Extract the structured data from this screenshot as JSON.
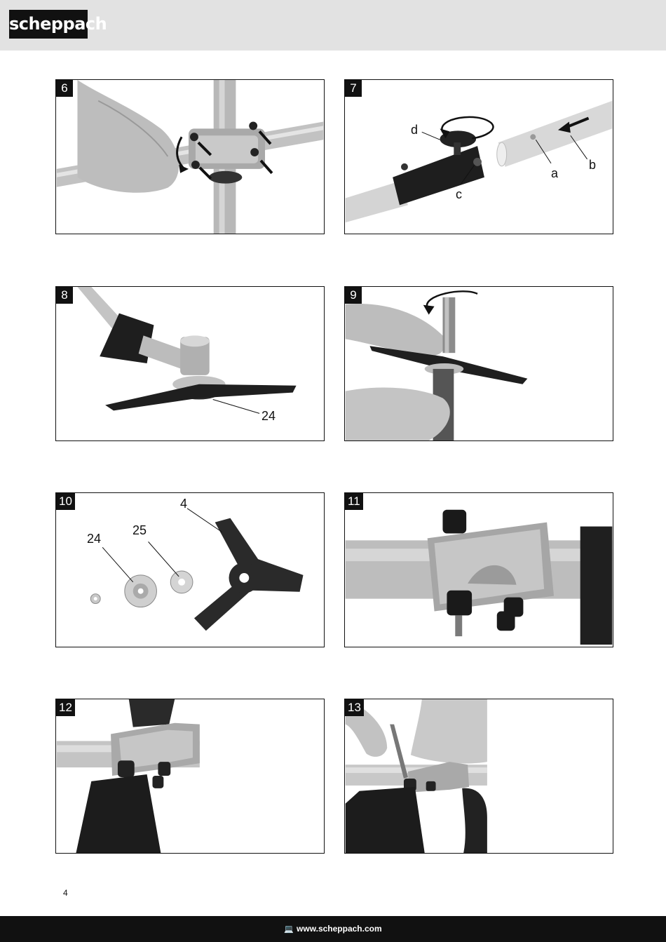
{
  "header": {
    "logo_text": "scheppach"
  },
  "figures": [
    {
      "number": "6",
      "callouts": []
    },
    {
      "number": "7",
      "callouts": [
        "d",
        "a",
        "b",
        "c"
      ]
    },
    {
      "number": "8",
      "callouts": [
        "24"
      ]
    },
    {
      "number": "9",
      "callouts": []
    },
    {
      "number": "10",
      "callouts": [
        "4",
        "24",
        "25"
      ]
    },
    {
      "number": "11",
      "callouts": []
    },
    {
      "number": "12",
      "callouts": []
    },
    {
      "number": "13",
      "callouts": []
    }
  ],
  "page_number": "4",
  "footer": {
    "url": "www.scheppach.com",
    "icon": "monitor-icon"
  }
}
